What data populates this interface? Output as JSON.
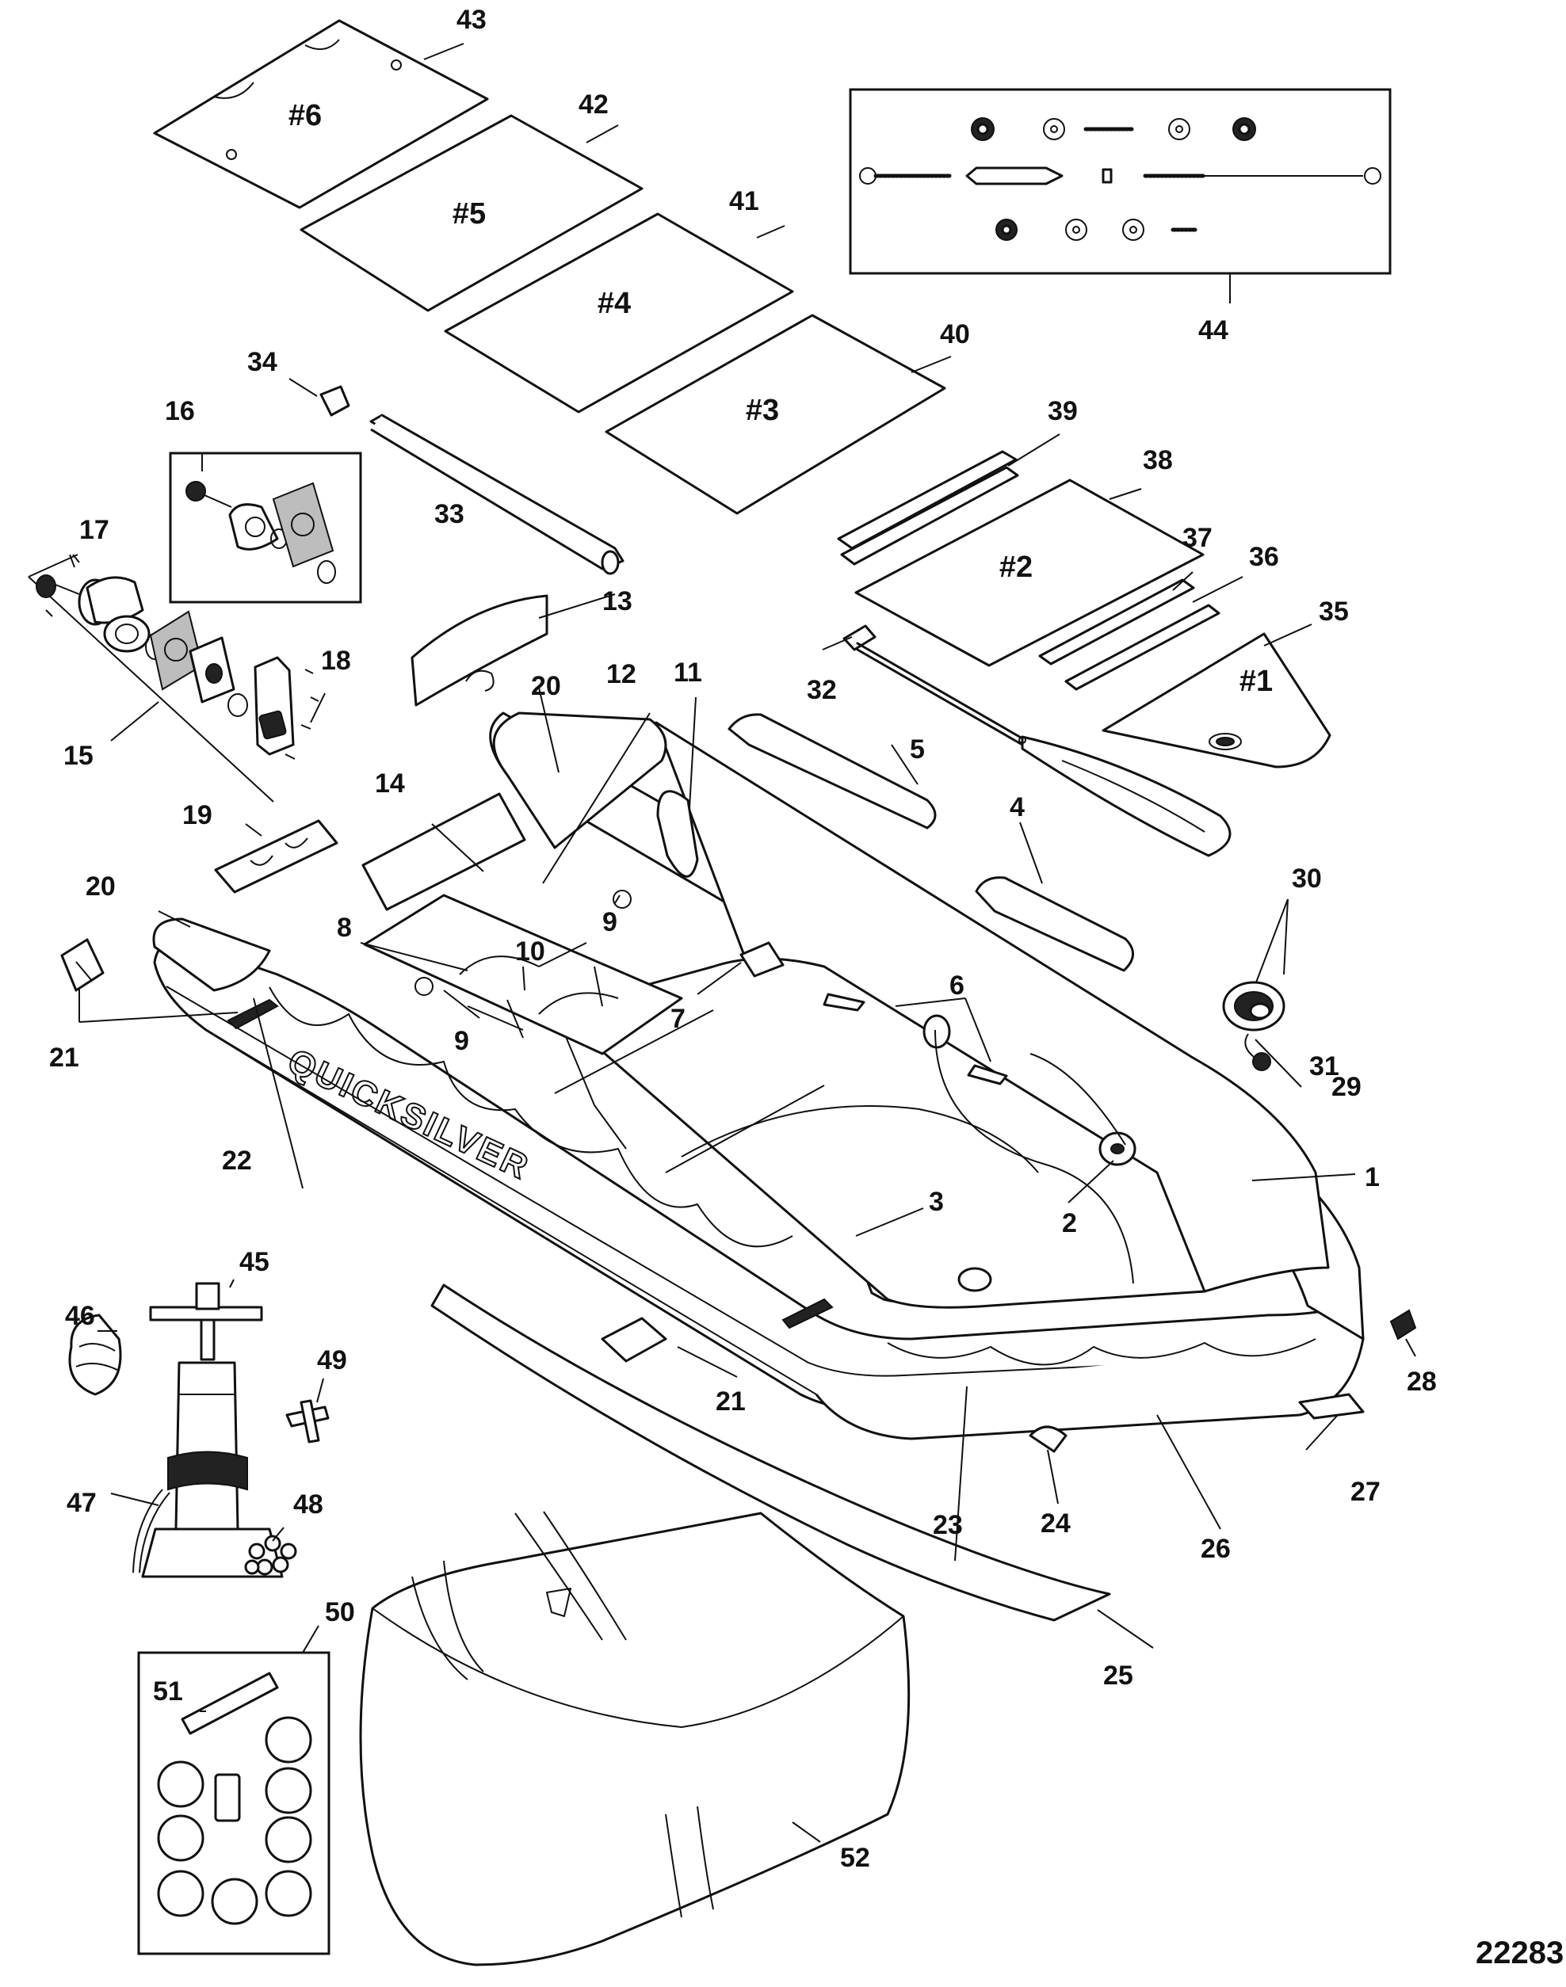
{
  "drawing_number": "22283",
  "brand_text": "QUICKSILVER",
  "panel_marks": [
    "#1",
    "#2",
    "#3",
    "#4",
    "#5",
    "#6"
  ],
  "callouts": {
    "c1": "1",
    "c2": "2",
    "c3": "3",
    "c4": "4",
    "c5": "5",
    "c6": "6",
    "c7": "7",
    "c8": "8",
    "c9a": "9",
    "c9b": "9",
    "c10": "10",
    "c11": "11",
    "c12": "12",
    "c13": "13",
    "c14": "14",
    "c15": "15",
    "c16": "16",
    "c17": "17",
    "c18": "18",
    "c19": "19",
    "c20a": "20",
    "c20b": "20",
    "c21a": "21",
    "c21b": "21",
    "c22": "22",
    "c23": "23",
    "c24": "24",
    "c25": "25",
    "c26": "26",
    "c27": "27",
    "c28": "28",
    "c29": "29",
    "c30": "30",
    "c31": "31",
    "c32": "32",
    "c33": "33",
    "c34": "34",
    "c35": "35",
    "c36": "36",
    "c37": "37",
    "c38": "38",
    "c39": "39",
    "c40": "40",
    "c41": "41",
    "c42": "42",
    "c43": "43",
    "c44": "44",
    "c45": "45",
    "c46": "46",
    "c47": "47",
    "c48": "48",
    "c49": "49",
    "c50": "50",
    "c51": "51",
    "c52": "52"
  }
}
